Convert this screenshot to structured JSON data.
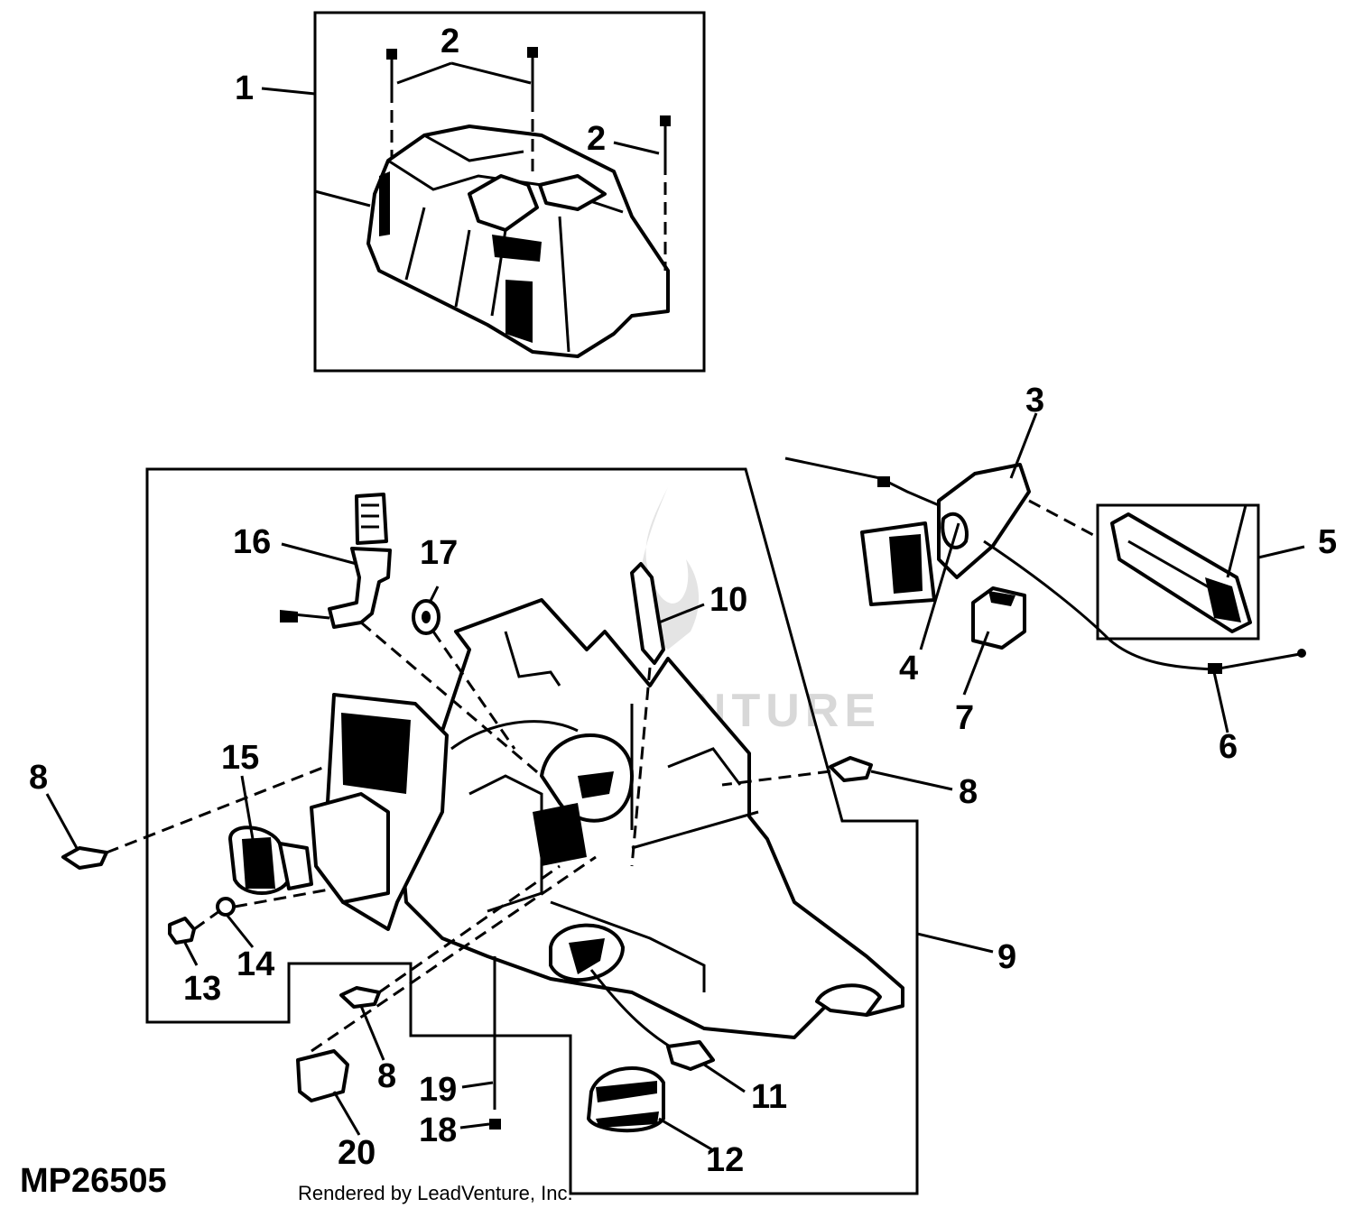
{
  "diagram": {
    "reference_code": "MP26505",
    "rendered_by": "Rendered by LeadVenture, Inc.",
    "watermark": "LEADVENTURE",
    "callouts": {
      "c1": "1",
      "c2a": "2",
      "c2b": "2",
      "c3": "3",
      "c4": "4",
      "c5": "5",
      "c6": "6",
      "c7": "7",
      "c8a": "8",
      "c8b": "8",
      "c8c": "8",
      "c9": "9",
      "c10": "10",
      "c11": "11",
      "c12": "12",
      "c13": "13",
      "c14": "14",
      "c15": "15",
      "c16": "16",
      "c17": "17",
      "c18": "18",
      "c19": "19",
      "c20": "20"
    }
  }
}
